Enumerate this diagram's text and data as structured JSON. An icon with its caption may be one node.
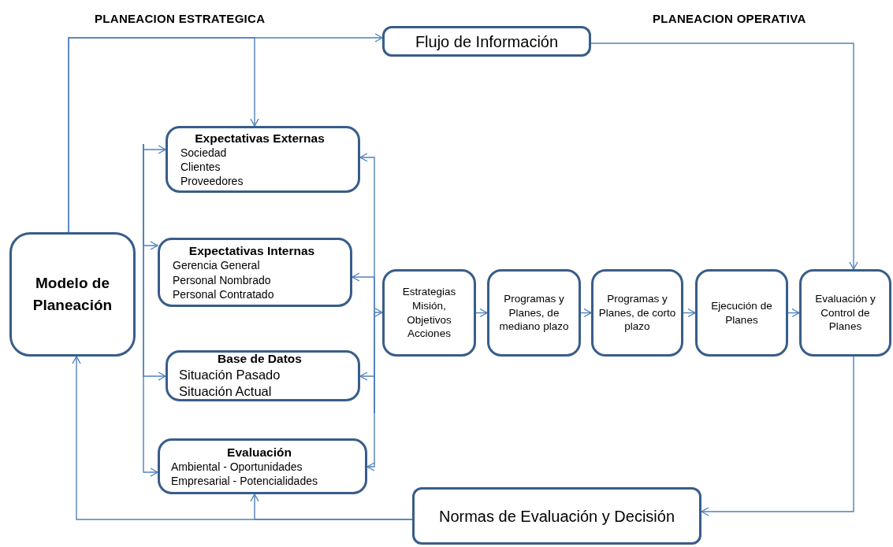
{
  "diagram": {
    "nodes": [
      {
        "text": [
          "Flujo de Información"
        ]
      },
      {
        "text": [
          "Modelo de Planeación"
        ]
      },
      {
        "text": [
          "Expectativas Externas",
          "Sociedad",
          "Clientes",
          "Proveedores"
        ]
      },
      {
        "text": [
          "Expectativas Internas",
          "Gerencia General",
          "Personal Nombrado",
          "Personal Contratado"
        ]
      },
      {
        "text": [
          "Base de Datos",
          "Situación Pasado",
          "Situación Actual"
        ]
      },
      {
        "text": [
          "Evaluación",
          "Ambiental - Oportunidades",
          "Empresarial - Potencialidades"
        ]
      },
      {
        "text": [
          "Estrategias Misión, Objetivos Acciones"
        ]
      },
      {
        "text": [
          "Programas y Planes, de mediano plazo"
        ]
      },
      {
        "text": [
          "Programas y Planes, de corto plazo"
        ]
      },
      {
        "text": [
          "Ejecución de Planes"
        ]
      },
      {
        "text": [
          "Evaluación y Control de Planes"
        ]
      },
      {
        "text": [
          "Normas de Evaluación y Decisión"
        ]
      }
    ],
    "edges": [
      {
        "from": 1,
        "to": 0,
        "arrow": "to"
      },
      {
        "from": 1,
        "to": 2,
        "arrow": "to"
      },
      {
        "from": null,
        "to": 2,
        "arrow": "to"
      },
      {
        "from": null,
        "to": 3,
        "arrow": "to"
      },
      {
        "from": null,
        "to": 4,
        "arrow": "to"
      },
      {
        "from": null,
        "to": 5,
        "arrow": "to"
      },
      {
        "from": null,
        "to": 2,
        "arrow": "to"
      },
      {
        "from": null,
        "to": 3,
        "arrow": "to"
      },
      {
        "from": null,
        "to": 4,
        "arrow": "to"
      },
      {
        "from": null,
        "to": 5,
        "arrow": "to"
      },
      {
        "from": null,
        "to": 6,
        "arrow": "to"
      },
      {
        "from": 6,
        "to": 7,
        "arrow": "to"
      },
      {
        "from": 7,
        "to": 8,
        "arrow": "to"
      },
      {
        "from": 8,
        "to": 9,
        "arrow": "to"
      },
      {
        "from": 9,
        "to": 10,
        "arrow": "to"
      },
      {
        "from": 0,
        "to": 10,
        "arrow": "to"
      },
      {
        "from": 10,
        "to": 11,
        "arrow": "to"
      },
      {
        "from": 11,
        "to": 1,
        "arrow": "to"
      },
      {
        "from": 11,
        "to": 5,
        "arrow": "to"
      }
    ],
    "labels": [
      "PLANEACION ESTRATEGICA",
      "PLANEACION OPERATIVA"
    ]
  }
}
